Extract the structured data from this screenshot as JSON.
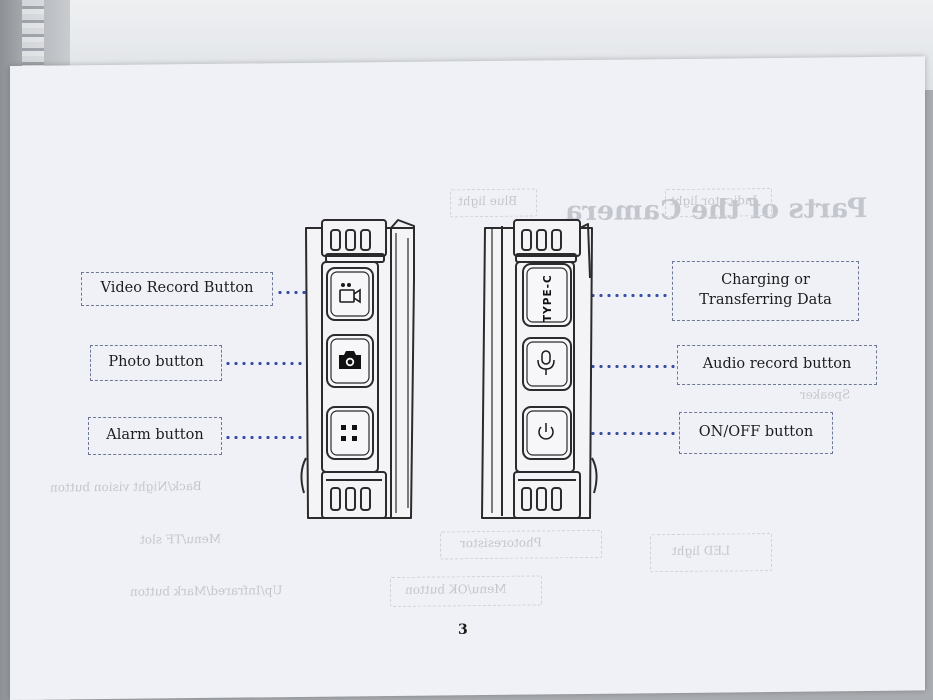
{
  "callouts": {
    "video_record": "Video Record Button",
    "photo": "Photo button",
    "alarm": "Alarm button",
    "charging_line1": "Charging or",
    "charging_line2": "Transferring Data",
    "audio_record": "Audio record button",
    "on_off": "ON/OFF button"
  },
  "port_label": "TYPE-C",
  "page_number": "3",
  "show_through": {
    "title": "Parts of the Camera",
    "items": [
      "Blue light",
      "Indicator light",
      "Speaker",
      "Back/Night vision button",
      "Menu/TF slot",
      "Photoresistor",
      "Menu/OK button",
      "Up/Infrared/Mark button",
      "LED light"
    ]
  },
  "colors": {
    "page": "#f0f1f6",
    "callout_border": "#6d7898",
    "leader_dots": "#3a4fa8",
    "device_outline": "#2b2b2b"
  }
}
